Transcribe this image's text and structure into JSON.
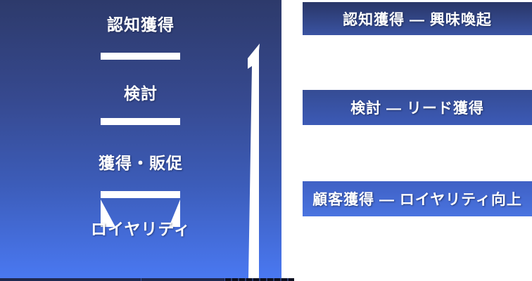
{
  "funnel": {
    "stages": [
      {
        "id": "awareness",
        "label": "認知獲得"
      },
      {
        "id": "consideration",
        "label": "検討"
      },
      {
        "id": "acquisition-promotion",
        "label": "獲得・販促"
      },
      {
        "id": "loyalty",
        "label": "ロイヤリティ"
      }
    ]
  },
  "mappings": {
    "items": [
      {
        "label": "認知獲得 ― 興味喚起"
      },
      {
        "label": "検討 ― リード獲得"
      },
      {
        "label": "顧客獲得 ― ロイヤリティ向上"
      }
    ]
  },
  "icons": {
    "up_arrow": "up-arrow"
  },
  "colors": {
    "funnel_gradient_top": "#2d3a6b",
    "funnel_gradient_bottom": "#4a79f3",
    "bar1_top": "#293667",
    "bar1_bottom": "#3a53a2",
    "bar2_top": "#354c94",
    "bar2_bottom": "#3c5ab6",
    "bar3_top": "#3f60c4",
    "bar3_bottom": "#4a74e0",
    "divider": "#ffffff",
    "bottom_edge_navy": "#1f2950",
    "bottom_edge_black": "#0c0f1e",
    "text": "#ffffff"
  }
}
